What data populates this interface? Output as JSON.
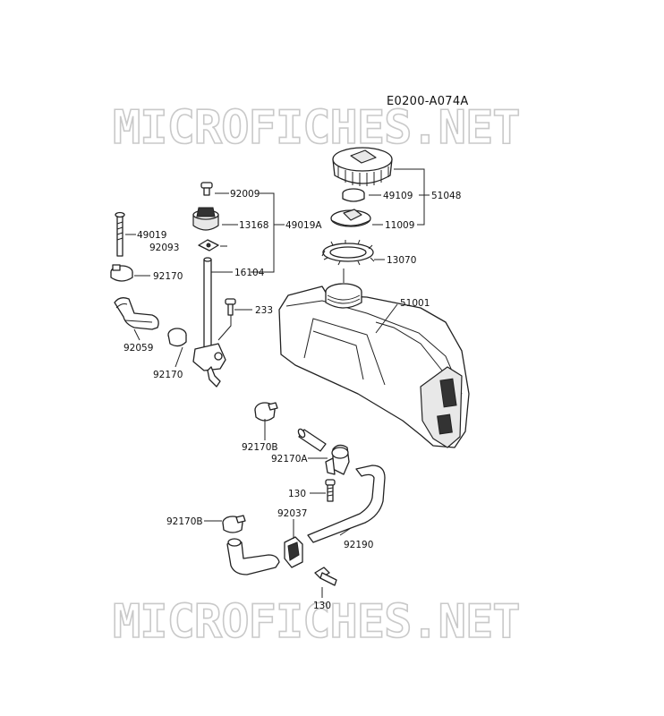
{
  "diagram_code": "E0200-A074A",
  "watermark": "MICROFICHES.NET",
  "labels": {
    "p92009": "92009",
    "p13168": "13168",
    "p49019A": "49019A",
    "p49019": "49019",
    "p92093": "92093",
    "p92170_top": "92170",
    "p16104": "16104",
    "p233": "233",
    "p92059": "92059",
    "p92170_mid": "92170",
    "p49109": "49109",
    "p51048": "51048",
    "p11009": "11009",
    "p13070": "13070",
    "p51001": "51001",
    "p92170B_top": "92170B",
    "p92170A": "92170A",
    "p130_top": "130",
    "p92037": "92037",
    "p92170B_bottom": "92170B",
    "p92190": "92190",
    "p130_bottom": "130"
  }
}
